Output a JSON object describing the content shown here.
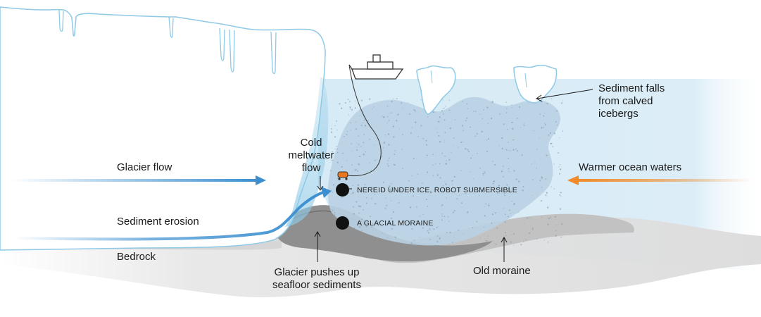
{
  "labels": {
    "glacier_flow": "Glacier flow",
    "sediment_erosion": "Sediment erosion",
    "bedrock": "Bedrock",
    "cold_meltwater_flow": "Cold meltwater flow",
    "sediment_falls": "Sediment falls from calved icebergs",
    "warmer_ocean_waters": "Warmer ocean waters",
    "glacier_pushes": "Glacier pushes up seafloor sediments",
    "old_moraine": "Old moraine"
  },
  "markers": {
    "nereid": "NEREID UNDER ICE, ROBOT SUBMERSIBLE",
    "moraine": "A GLACIAL MORAINE"
  },
  "colors": {
    "ice_outline": "#8ec9e6",
    "ocean_water": "#d6ebf6",
    "sediment_plume": "#b9d2e3",
    "glacier_flow_arrow": "#3b8fd0",
    "warm_water_arrow": "#f08a2b",
    "moraine_dark": "#8f8f8f",
    "seafloor_light": "#d8d8d8",
    "submersible": "#e8771f",
    "marker_dot": "#111111"
  }
}
